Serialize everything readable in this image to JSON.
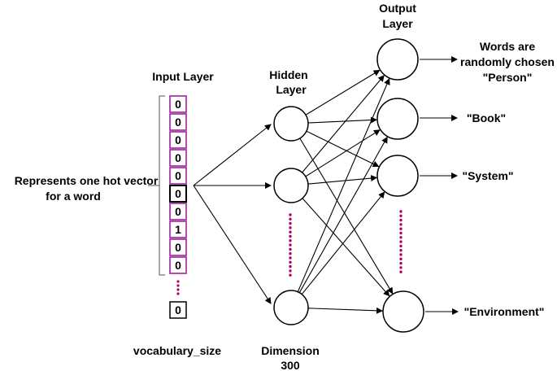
{
  "labels": {
    "input_layer": "Input Layer",
    "hidden_layer_line1": "Hidden",
    "hidden_layer_line2": "Layer",
    "output_layer_line1": "Output",
    "output_layer_line2": "Layer",
    "one_hot_line1": "Represents one hot vector",
    "one_hot_line2": "for a word",
    "vocab_size": "vocabulary_size",
    "dimension_line1": "Dimension",
    "dimension_line2": "300",
    "outputs_note_line1": "Words are",
    "outputs_note_line2": "randomly chosen"
  },
  "input_vector": [
    "0",
    "0",
    "0",
    "0",
    "0",
    "0",
    "0",
    "1",
    "0",
    "0"
  ],
  "input_highlight_index": 5,
  "input_last": "0",
  "output_words": [
    "\"Person\"",
    "\"Book\"",
    "\"System\"",
    "\"Environment\""
  ],
  "colors": {
    "cell_border": "#a020a0",
    "dots": "#b0006a",
    "highlight_border": "#000000"
  }
}
